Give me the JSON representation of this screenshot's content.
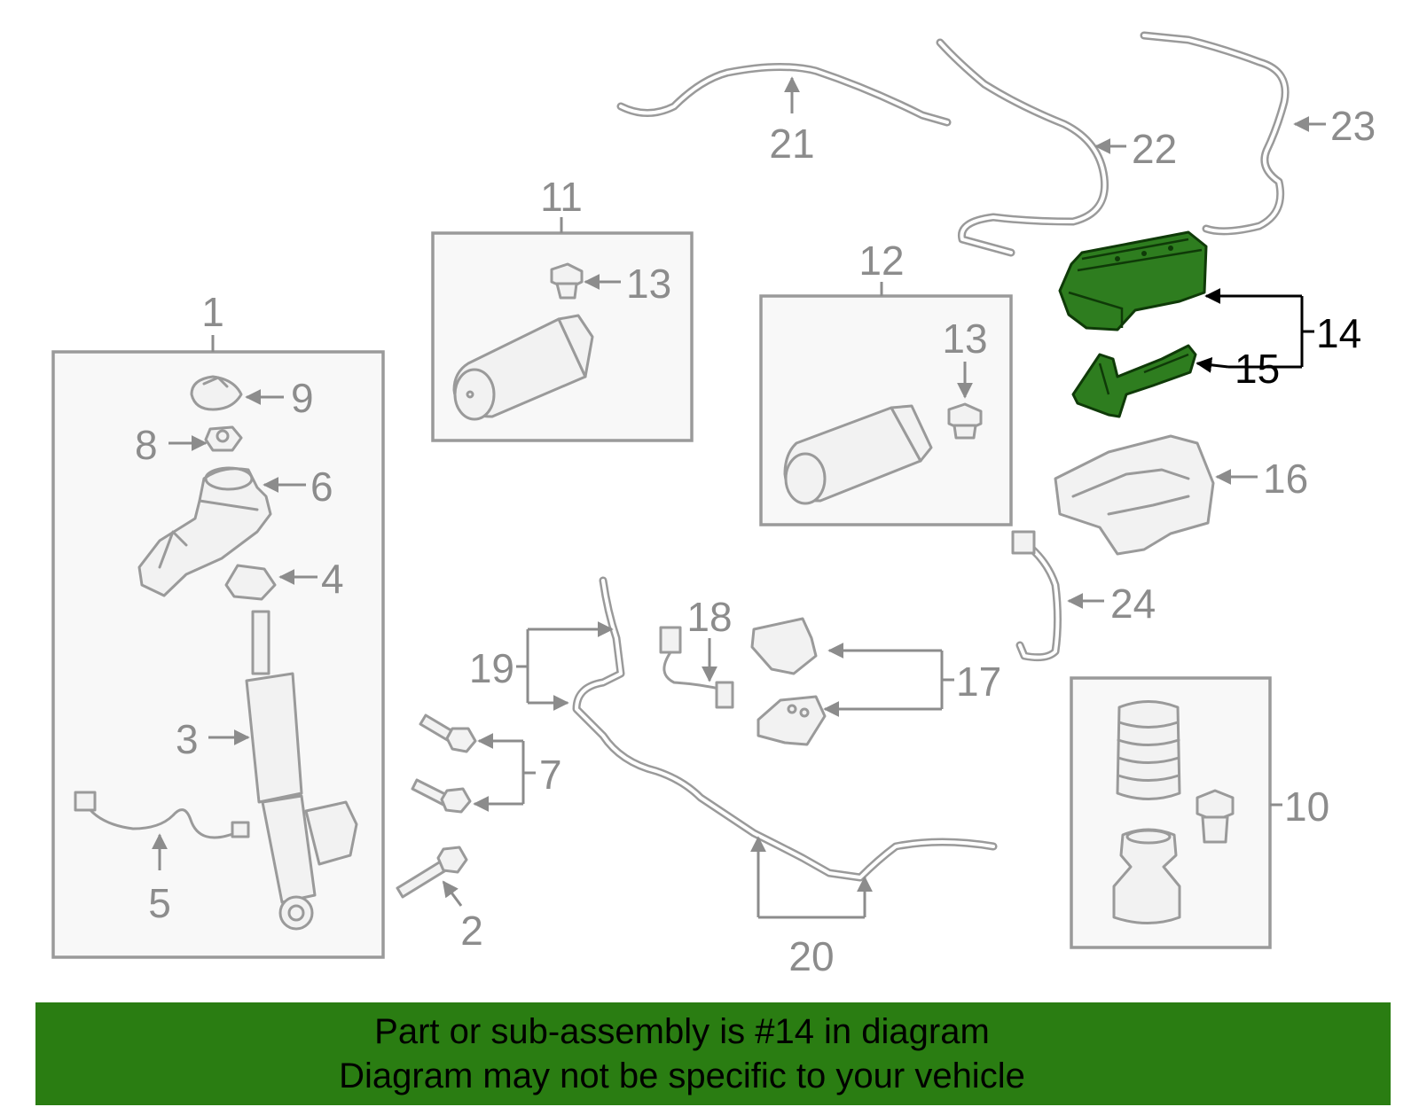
{
  "callouts": {
    "c1": "1",
    "c2": "2",
    "c3": "3",
    "c4": "4",
    "c5": "5",
    "c6": "6",
    "c7": "7",
    "c8": "8",
    "c9": "9",
    "c10": "10",
    "c11": "11",
    "c12": "12",
    "c13a": "13",
    "c13b": "13",
    "c14": "14",
    "c15": "15",
    "c16": "16",
    "c17": "17",
    "c18": "18",
    "c19": "19",
    "c20": "20",
    "c21": "21",
    "c22": "22",
    "c23": "23",
    "c24": "24"
  },
  "highlight": {
    "part_number": "14",
    "color": "#2e7d1f"
  },
  "banner": {
    "line1": "Part or sub-assembly is #14 in diagram",
    "line2": "Diagram may not be specific to your vehicle",
    "background": "#2a7d12"
  }
}
